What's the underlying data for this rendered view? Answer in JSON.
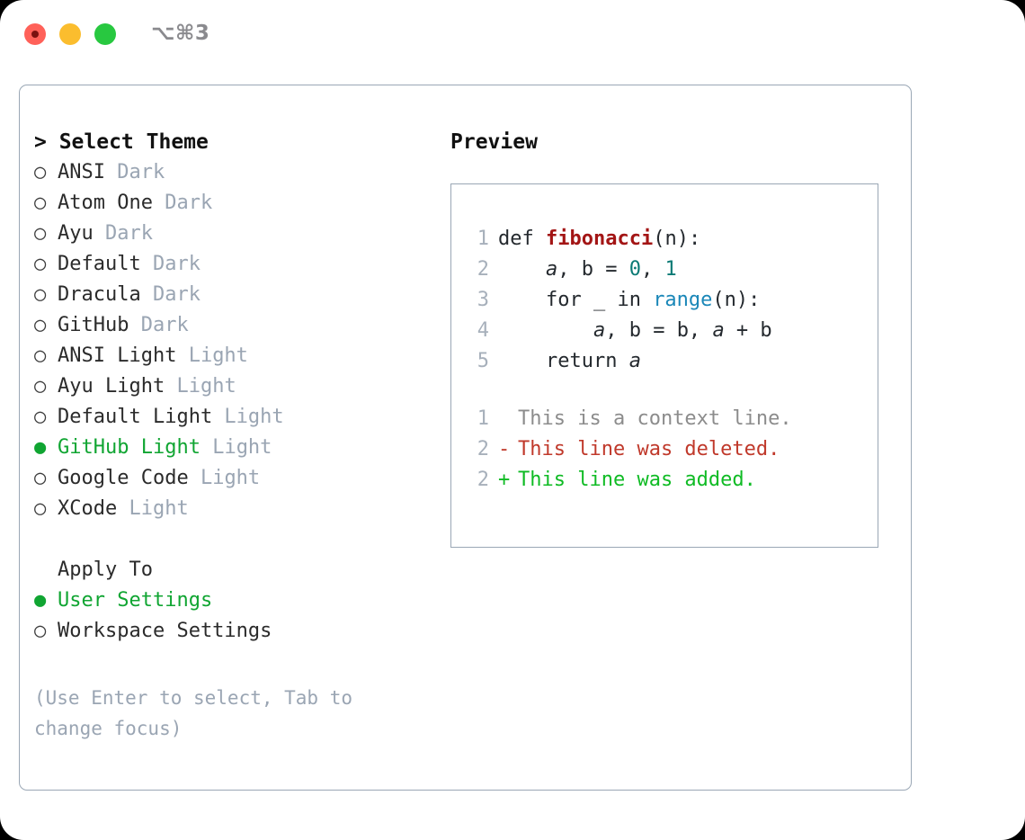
{
  "window": {
    "shortcut": "⌥⌘3",
    "traffic_lights": [
      "close-button",
      "minimize-button",
      "maximize-button"
    ]
  },
  "theme_panel": {
    "header": "> Select Theme",
    "items": [
      {
        "marker": "○",
        "name": "ANSI",
        "variant": "Dark",
        "selected": false
      },
      {
        "marker": "○",
        "name": "Atom One",
        "variant": "Dark",
        "selected": false
      },
      {
        "marker": "○",
        "name": "Ayu",
        "variant": "Dark",
        "selected": false
      },
      {
        "marker": "○",
        "name": "Default",
        "variant": "Dark",
        "selected": false
      },
      {
        "marker": "○",
        "name": "Dracula",
        "variant": "Dark",
        "selected": false
      },
      {
        "marker": "○",
        "name": "GitHub",
        "variant": "Dark",
        "selected": false
      },
      {
        "marker": "○",
        "name": "ANSI Light",
        "variant": "Light",
        "selected": false
      },
      {
        "marker": "○",
        "name": "Ayu Light",
        "variant": "Light",
        "selected": false
      },
      {
        "marker": "○",
        "name": "Default Light",
        "variant": "Light",
        "selected": false
      },
      {
        "marker": "●",
        "name": "GitHub Light",
        "variant": "Light",
        "selected": true
      },
      {
        "marker": "○",
        "name": "Google Code",
        "variant": "Light",
        "selected": false
      },
      {
        "marker": "○",
        "name": "XCode",
        "variant": "Light",
        "selected": false
      }
    ],
    "apply_to_label": "Apply To",
    "apply_to_options": [
      {
        "marker": "●",
        "name": "User Settings",
        "selected": true
      },
      {
        "marker": "○",
        "name": "Workspace Settings",
        "selected": false
      }
    ],
    "hint": "(Use Enter to select, Tab to change focus)"
  },
  "preview_panel": {
    "header": "Preview",
    "code_lines": [
      {
        "gutter": "1",
        "segments": [
          {
            "text": "def ",
            "cls": "kw"
          },
          {
            "text": "fibonacci",
            "cls": "fn"
          },
          {
            "text": "(n):",
            "cls": "punct"
          }
        ]
      },
      {
        "gutter": "2",
        "segments": [
          {
            "text": "    ",
            "cls": "kw"
          },
          {
            "text": "a",
            "cls": "var"
          },
          {
            "text": ", ",
            "cls": "punct"
          },
          {
            "text": "b",
            "cls": "kw"
          },
          {
            "text": " = ",
            "cls": "punct"
          },
          {
            "text": "0",
            "cls": "num"
          },
          {
            "text": ", ",
            "cls": "punct"
          },
          {
            "text": "1",
            "cls": "num"
          }
        ]
      },
      {
        "gutter": "3",
        "segments": [
          {
            "text": "    for _ in ",
            "cls": "kw"
          },
          {
            "text": "range",
            "cls": "builtin"
          },
          {
            "text": "(n):",
            "cls": "punct"
          }
        ]
      },
      {
        "gutter": "4",
        "segments": [
          {
            "text": "        ",
            "cls": "kw"
          },
          {
            "text": "a",
            "cls": "var"
          },
          {
            "text": ", b = b, ",
            "cls": "punct"
          },
          {
            "text": "a",
            "cls": "var"
          },
          {
            "text": " + b",
            "cls": "punct"
          }
        ]
      },
      {
        "gutter": "5",
        "segments": [
          {
            "text": "    return ",
            "cls": "kw"
          },
          {
            "text": "a",
            "cls": "var"
          }
        ]
      }
    ],
    "diff_lines": [
      {
        "gutter": "1",
        "sign": " ",
        "text": "This is a context line.",
        "kind": "context"
      },
      {
        "gutter": "2",
        "sign": "-",
        "text": "This line was deleted.",
        "kind": "del"
      },
      {
        "gutter": "2",
        "sign": "+",
        "text": "This line was added.",
        "kind": "add"
      }
    ]
  },
  "colors": {
    "accent_green": "#10a532",
    "muted": "#9aa5b3",
    "border": "#9aa7b5",
    "fn_red": "#a31515",
    "num_teal": "#0b7a75",
    "builtin_blue": "#1a87b8",
    "diff_del": "#c0392b",
    "diff_add": "#0fbb24"
  }
}
